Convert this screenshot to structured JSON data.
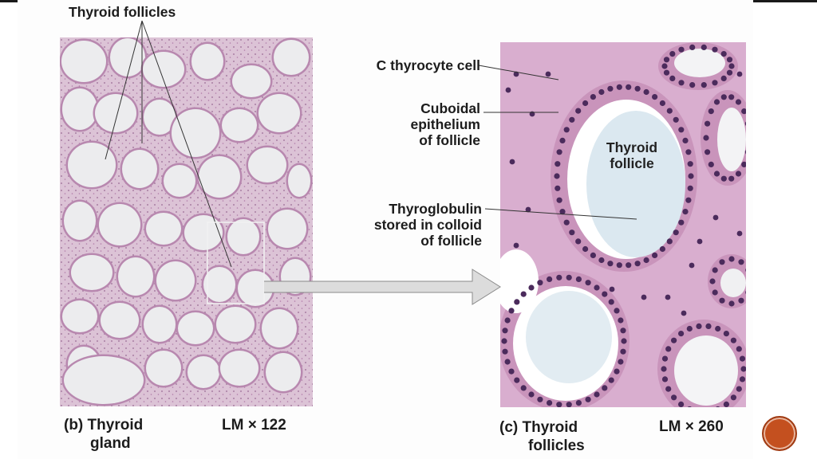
{
  "labels": {
    "thyroid_follicles_top": "Thyroid follicles",
    "c_thyrocyte_cell": "C thyrocyte cell",
    "cuboidal_epithelium": [
      "Cuboidal",
      "epithelium",
      "of follicle"
    ],
    "thyroid_follicle_inset": [
      "Thyroid",
      "follicle"
    ],
    "thyroglobulin": [
      "Thyroglobulin",
      "stored in colloid",
      "of follicle"
    ]
  },
  "captions": {
    "panel_b": [
      "(b) Thyroid",
      "gland"
    ],
    "panel_b_mag": "LM × 122",
    "panel_c": [
      "(c) Thyroid",
      "follicles"
    ],
    "panel_c_mag": "LM × 260"
  },
  "colors": {
    "stroma": "#dcc3d6",
    "colloid": "#ececee",
    "colloid_blue": "#dfe9f1",
    "nucleus": "#4b2b5c",
    "epithelium": "#c99abd",
    "badge": "#c4501f"
  }
}
